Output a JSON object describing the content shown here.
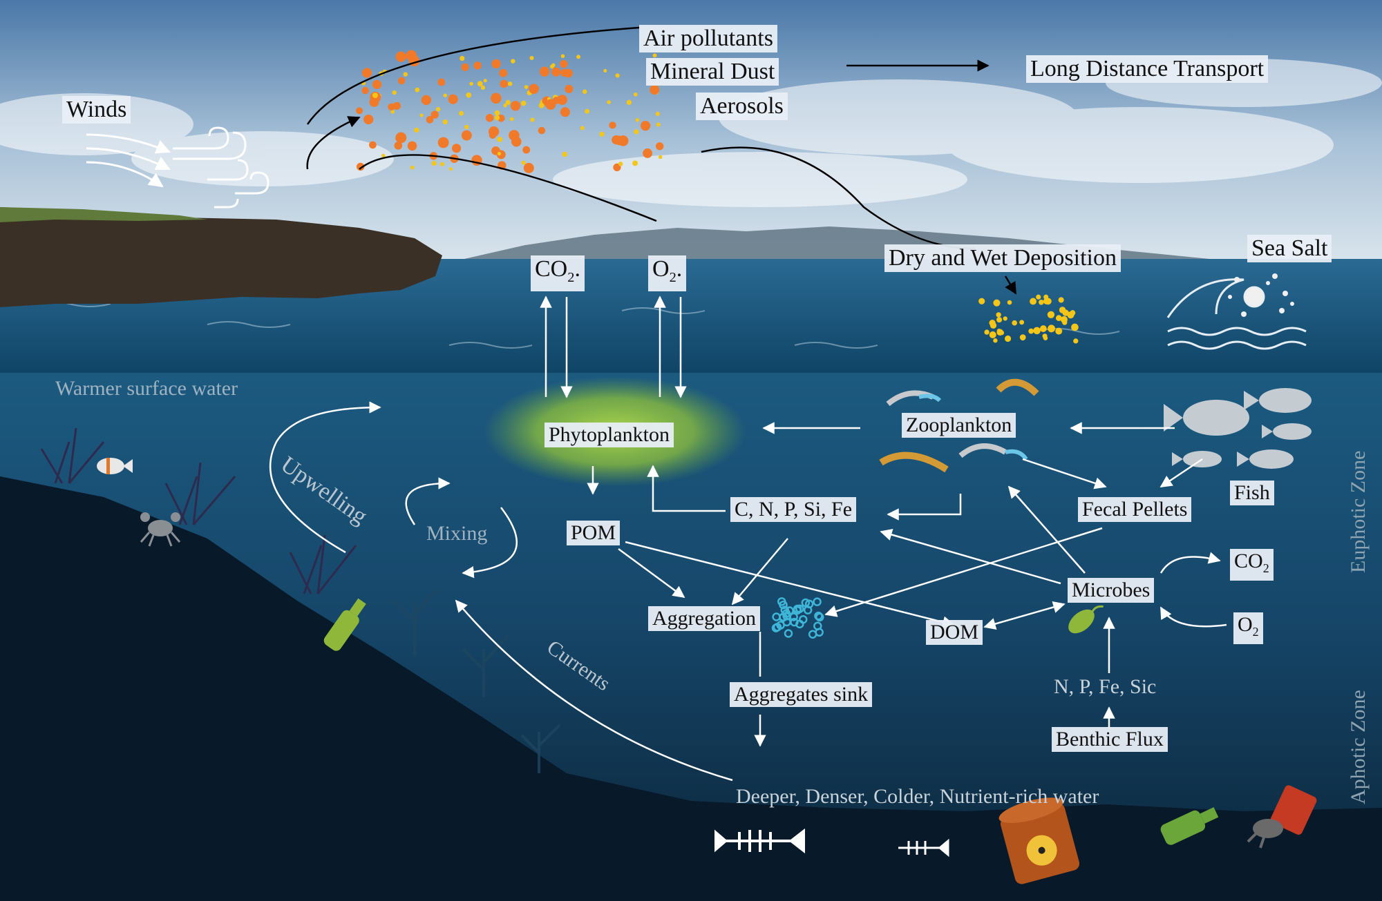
{
  "labels": {
    "winds": "Winds",
    "air_pollutants": "Air pollutants",
    "mineral_dust": "Mineral Dust",
    "aerosols": "Aerosols",
    "long_distance_transport": "Long Distance Transport",
    "dry_wet_deposition": "Dry and Wet Deposition",
    "sea_salt": "Sea Salt",
    "co2_top": "CO",
    "o2_top": "O",
    "warmer_surface_water": "Warmer surface water",
    "phytoplankton": "Phytoplankton",
    "zooplankton": "Zooplankton",
    "fish": "Fish",
    "upwelling": "Upwelling",
    "mixing": "Mixing",
    "nutrients": "C, N, P, Si, Fe",
    "fecal_pellets": "Fecal Pellets",
    "pom": "POM",
    "microbes": "Microbes",
    "co2_right": "CO",
    "o2_right": "O",
    "aggregation": "Aggregation",
    "dom": "DOM",
    "currents": "Currents",
    "aggregates_sink": "Aggregates  sink",
    "n_p_fe_sic": "N, P, Fe, Sic",
    "benthic_flux": "Benthic Flux",
    "deep_water": "Deeper, Denser, Colder, Nutrient-rich  water",
    "euphotic_zone": "Euphotic Zone",
    "aphotic_zone": "Aphotic Zone",
    "subscript_2": "2"
  },
  "colors": {
    "sky_top": "#4a78a8",
    "sky_bottom": "#c9d9e6",
    "sea_surface": "#1f5f86",
    "water_top": "#1b5a80",
    "water_bottom": "#0a2236",
    "particle_orange": "#f07a2a",
    "particle_yellow": "#f5c518",
    "phyto_glow": "#9ccc3a",
    "arrow": "#ffffff"
  },
  "icons": [
    "wind-icon",
    "zooplankton-icon",
    "fish-icon",
    "crab-icon",
    "clownfish-icon",
    "bottle-icon",
    "coral-icon",
    "bacteria-icon",
    "fish-skeleton-icon",
    "radioactive-barrel-icon",
    "hermit-crab-icon",
    "wave-icon",
    "aggregate-cluster-icon"
  ]
}
